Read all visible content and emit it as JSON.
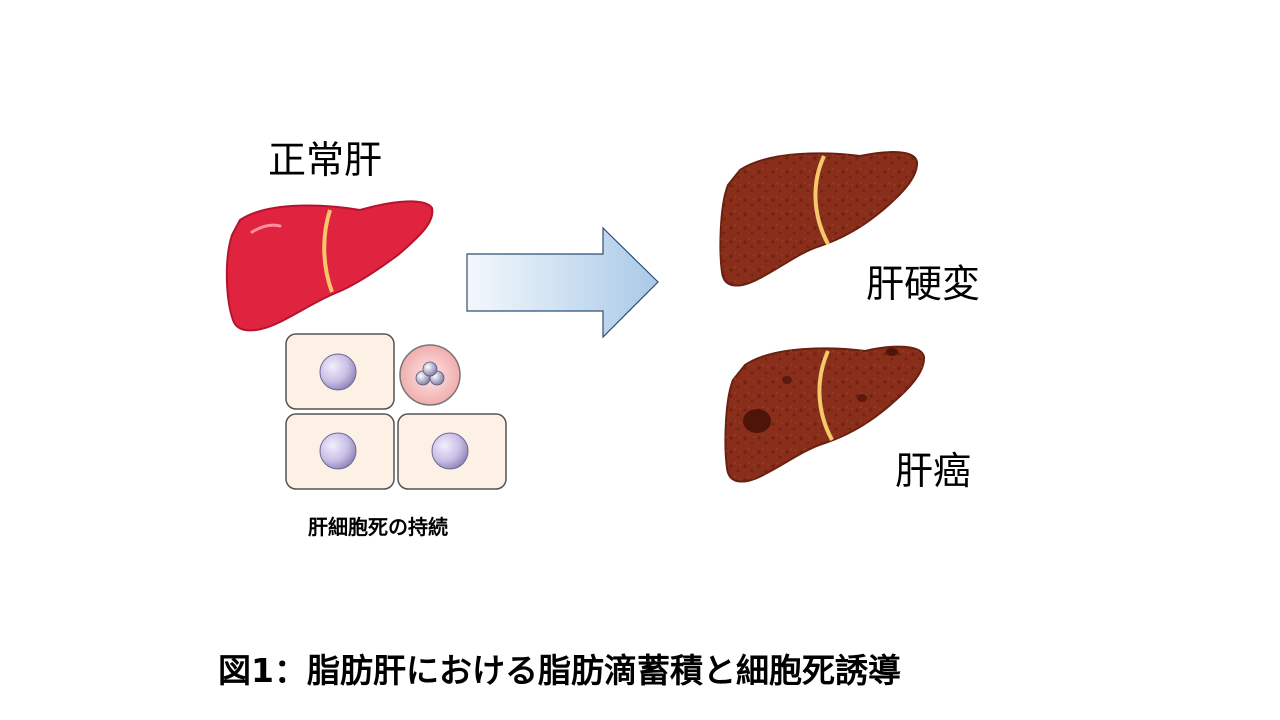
{
  "normal_liver_label": "正常肝",
  "cirrhosis_label": "肝硬変",
  "cancer_label": "肝癌",
  "cell_death_label": "肝細胞死の持続",
  "caption": "図1：脂肪肝における脂肪滴蓄積と細胞死誘導",
  "colors": {
    "normal_liver": "#e0233f",
    "diseased_liver": "#8a2e1c",
    "gallbladder_line": "#f5c86a",
    "cell_fill": "#fdf1e6",
    "nucleus": "#c9bfe6",
    "arrow_start": "#f4f8fc",
    "arrow_end": "#a9c9e8"
  },
  "icons": [
    "normal-liver-icon",
    "cirrhotic-liver-icon",
    "cancerous-liver-icon",
    "hepatocyte-icon",
    "dying-cell-icon",
    "arrow-right-icon"
  ]
}
